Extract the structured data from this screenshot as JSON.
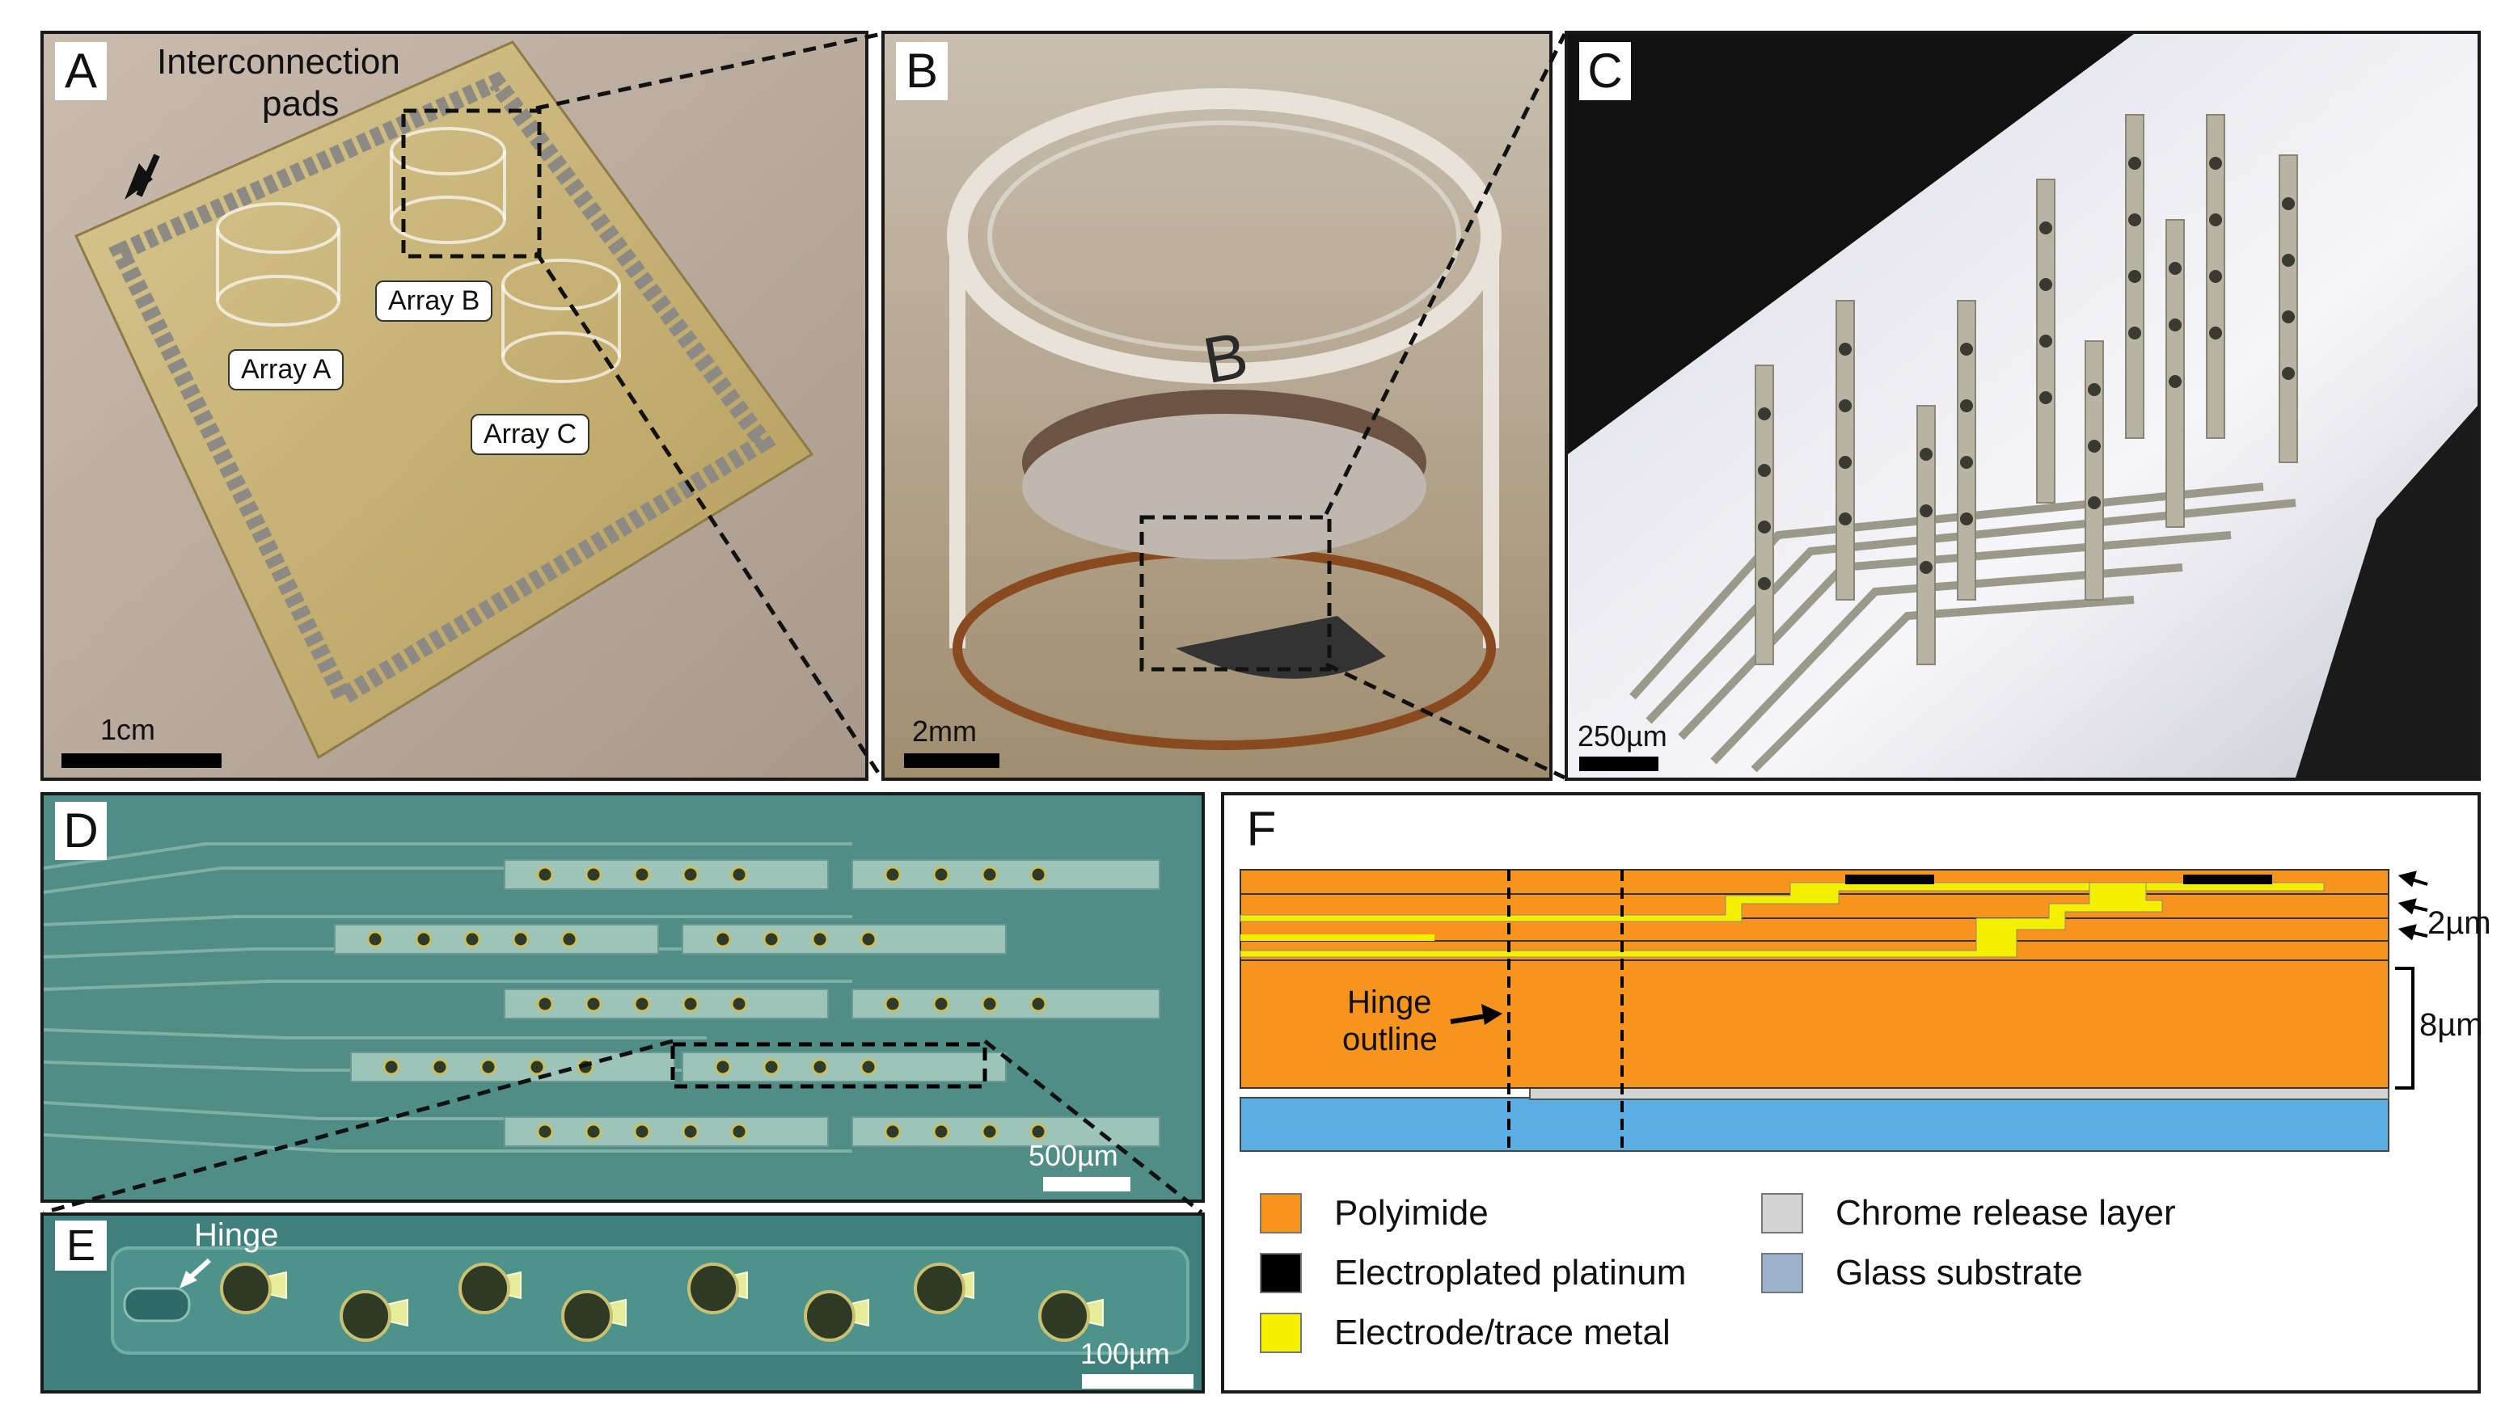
{
  "panels": {
    "a": {
      "letter": "A",
      "annotation_line1": "Interconnection",
      "annotation_line2": "pads",
      "callouts": [
        "Array A",
        "Array B",
        "Array C"
      ],
      "scale": "1cm"
    },
    "b": {
      "letter": "B",
      "engraving": "B",
      "scale": "2mm"
    },
    "c": {
      "letter": "C",
      "scale": "250µm"
    },
    "d": {
      "letter": "D",
      "scale": "500µm"
    },
    "e": {
      "letter": "E",
      "hinge_label": "Hinge",
      "scale": "100µm"
    },
    "f": {
      "letter": "F",
      "hinge_line1": "Hinge",
      "hinge_line2": "outline",
      "dim_thin": "2µm",
      "dim_thick": "8µm"
    }
  },
  "legend": [
    {
      "label": "Polyimide",
      "color": "#f7941d"
    },
    {
      "label": "Electroplated platinum",
      "color": "#000000"
    },
    {
      "label": "Electrode/trace metal",
      "color": "#f4f000"
    },
    {
      "label": "Chrome release layer",
      "color": "#d3d3d3"
    },
    {
      "label": "Glass substrate",
      "color": "#9db3cc"
    }
  ],
  "colors": {
    "polyimide": "#f7941d",
    "glass": "#5aaee3",
    "metal": "#f4f000",
    "chrome": "#d3d3d3"
  }
}
